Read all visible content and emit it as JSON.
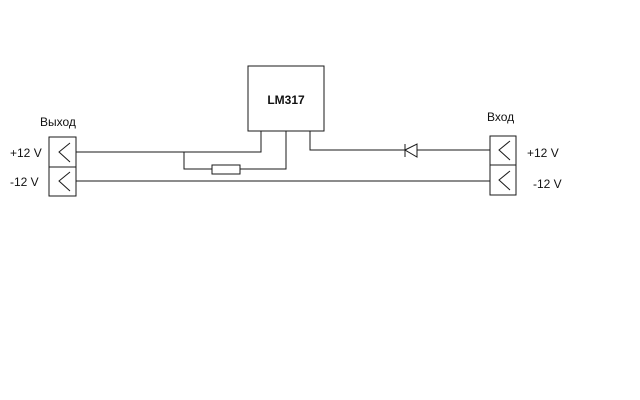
{
  "diagram": {
    "ic": {
      "label": "LM317"
    },
    "output_connector": {
      "title": "Выход",
      "pins": [
        {
          "label": "+12 V"
        },
        {
          "label": "-12 V"
        }
      ]
    },
    "input_connector": {
      "title": "Вход",
      "pins": [
        {
          "label": "+12 V"
        },
        {
          "label": "-12 V"
        }
      ]
    },
    "components": [
      {
        "type": "resistor"
      },
      {
        "type": "diode"
      }
    ]
  }
}
